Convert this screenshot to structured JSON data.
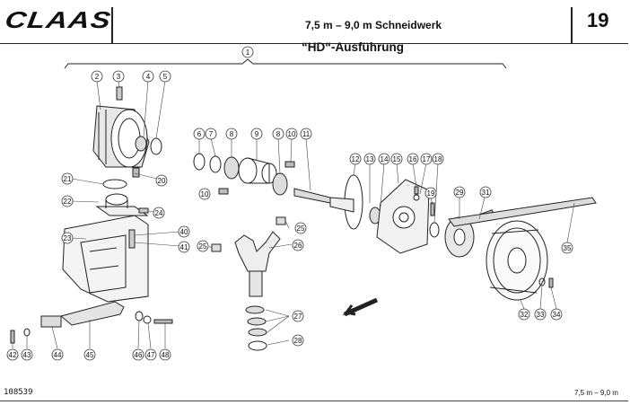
{
  "header": {
    "brand": "CLAAS",
    "title": "7,5 m – 9,0 m Schneidwerk",
    "page_number": "19",
    "subtitle": "“HD“-Ausführung"
  },
  "footer": {
    "drawing_number": "108539",
    "range": "7,5 m – 9,0 m"
  },
  "callouts": [
    "1",
    "2",
    "3",
    "4",
    "5",
    "6",
    "7",
    "8",
    "9",
    "8",
    "10",
    "11",
    "10",
    "12",
    "13",
    "14",
    "15",
    "16",
    "17",
    "18",
    "19",
    "20",
    "21",
    "22",
    "23",
    "24",
    "25",
    "25",
    "26",
    "27",
    "28",
    "29",
    "31",
    "32",
    "33",
    "34",
    "35",
    "40",
    "41",
    "42",
    "43",
    "44",
    "45",
    "46",
    "47",
    "48"
  ]
}
